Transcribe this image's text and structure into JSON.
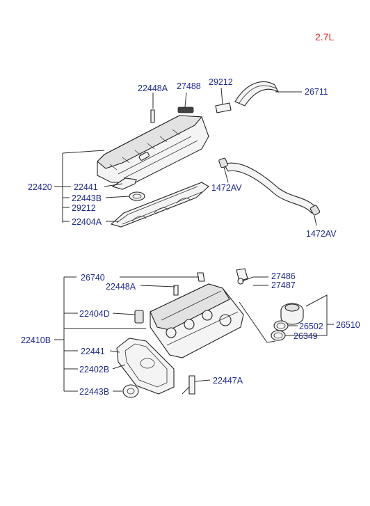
{
  "engine": "2.7L",
  "labels": {
    "top_22448a": "22448A",
    "top_27488": "27488",
    "top_29212": "29212",
    "top_26711": "26711",
    "top_22420": "22420",
    "top_22441": "22441",
    "top_22443b": "22443B",
    "top_29212b": "29212",
    "top_22404a": "22404A",
    "top_1472av_a": "1472AV",
    "top_1472av_b": "1472AV",
    "bot_26740": "26740",
    "bot_22448a": "22448A",
    "bot_22404d": "22404D",
    "bot_22410b": "22410B",
    "bot_22441": "22441",
    "bot_22402b": "22402B",
    "bot_22443b": "22443B",
    "bot_22447a": "22447A",
    "bot_27486": "27486",
    "bot_27487": "27487",
    "bot_26502": "26502",
    "bot_26510": "26510",
    "bot_26349": "26349"
  }
}
